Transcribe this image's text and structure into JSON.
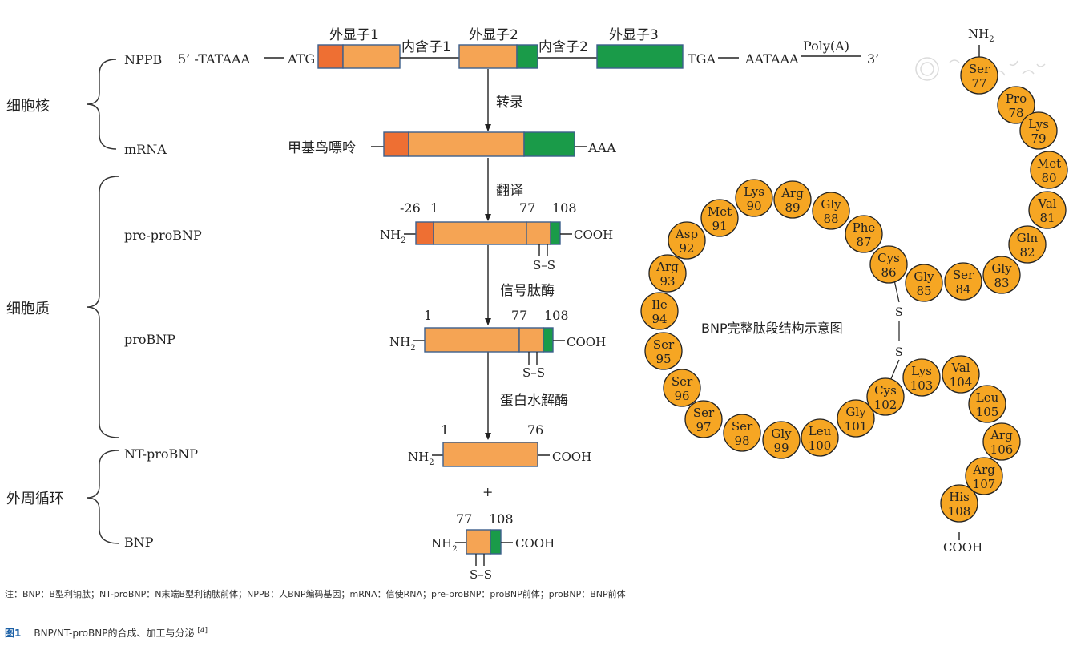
{
  "regions": {
    "nucleus": "细胞核",
    "cytoplasm": "细胞质",
    "circulation": "外周循环"
  },
  "rows": {
    "nppb": "NPPB",
    "mrna": "mRNA",
    "pre_probnp": "pre-proBNP",
    "probnp": "proBNP",
    "nt_probnp": "NT-proBNP",
    "bnp": "BNP"
  },
  "gene": {
    "five_prime": "5’ -TATAAA",
    "atg": "ATG",
    "tga": "TGA",
    "aataaa": "AATAAA",
    "polya": "Poly(A)",
    "three_prime": "3’",
    "exon1": "外显子1",
    "exon2": "外显子2",
    "exon3": "外显子3",
    "intron1": "内含子1",
    "intron2": "内含子2"
  },
  "steps": {
    "transcription": "转录",
    "translation": "翻译",
    "signal_peptidase": "信号肽酶",
    "protease": "蛋白水解酶"
  },
  "mrna": {
    "cap": "甲基鸟嘌呤",
    "tail": "AAA"
  },
  "terminals": {
    "nh2": "NH",
    "sub2": "2",
    "cooh": "COOH",
    "ss": "S–S",
    "plus": "+"
  },
  "positions": {
    "pre_neg26": "-26",
    "pre_1": "1",
    "pre_77": "77",
    "pre_108": "108",
    "pro_1": "1",
    "pro_77": "77",
    "pro_108": "108",
    "nt_1": "1",
    "nt_76": "76",
    "bnp_77": "77",
    "bnp_108": "108"
  },
  "peptide": {
    "title": "BNP完整肽段结构示意图",
    "s_label": "S",
    "residues": [
      {
        "aa": "Ser",
        "n": "77"
      },
      {
        "aa": "Pro",
        "n": "78"
      },
      {
        "aa": "Lys",
        "n": "79"
      },
      {
        "aa": "Met",
        "n": "80"
      },
      {
        "aa": "Val",
        "n": "81"
      },
      {
        "aa": "Gln",
        "n": "82"
      },
      {
        "aa": "Gly",
        "n": "83"
      },
      {
        "aa": "Ser",
        "n": "84"
      },
      {
        "aa": "Gly",
        "n": "85"
      },
      {
        "aa": "Cys",
        "n": "86"
      },
      {
        "aa": "Phe",
        "n": "87"
      },
      {
        "aa": "Gly",
        "n": "88"
      },
      {
        "aa": "Arg",
        "n": "89"
      },
      {
        "aa": "Lys",
        "n": "90"
      },
      {
        "aa": "Met",
        "n": "91"
      },
      {
        "aa": "Asp",
        "n": "92"
      },
      {
        "aa": "Arg",
        "n": "93"
      },
      {
        "aa": "Ile",
        "n": "94"
      },
      {
        "aa": "Ser",
        "n": "95"
      },
      {
        "aa": "Ser",
        "n": "96"
      },
      {
        "aa": "Ser",
        "n": "97"
      },
      {
        "aa": "Ser",
        "n": "98"
      },
      {
        "aa": "Gly",
        "n": "99"
      },
      {
        "aa": "Leu",
        "n": "100"
      },
      {
        "aa": "Gly",
        "n": "101"
      },
      {
        "aa": "Cys",
        "n": "102"
      },
      {
        "aa": "Lys",
        "n": "103"
      },
      {
        "aa": "Val",
        "n": "104"
      },
      {
        "aa": "Leu",
        "n": "105"
      },
      {
        "aa": "Arg",
        "n": "106"
      },
      {
        "aa": "Arg",
        "n": "107"
      },
      {
        "aa": "His",
        "n": "108"
      }
    ]
  },
  "colors": {
    "orange_dark": "#ee6f33",
    "orange": "#f5a454",
    "green": "#1a9b49",
    "residue_fill": "#f6a623",
    "outline": "#3c5f8c"
  },
  "note": "注：BNP：B型利钠肽；NT-proBNP：N末端B型利钠肽前体；NPPB：人BNP编码基因；mRNA：信使RNA；pre-proBNP：proBNP前体；proBNP：BNP前体",
  "caption": {
    "figure": "图1",
    "text": "BNP/NT-proBNP的合成、加工与分泌",
    "ref": "[4]"
  }
}
